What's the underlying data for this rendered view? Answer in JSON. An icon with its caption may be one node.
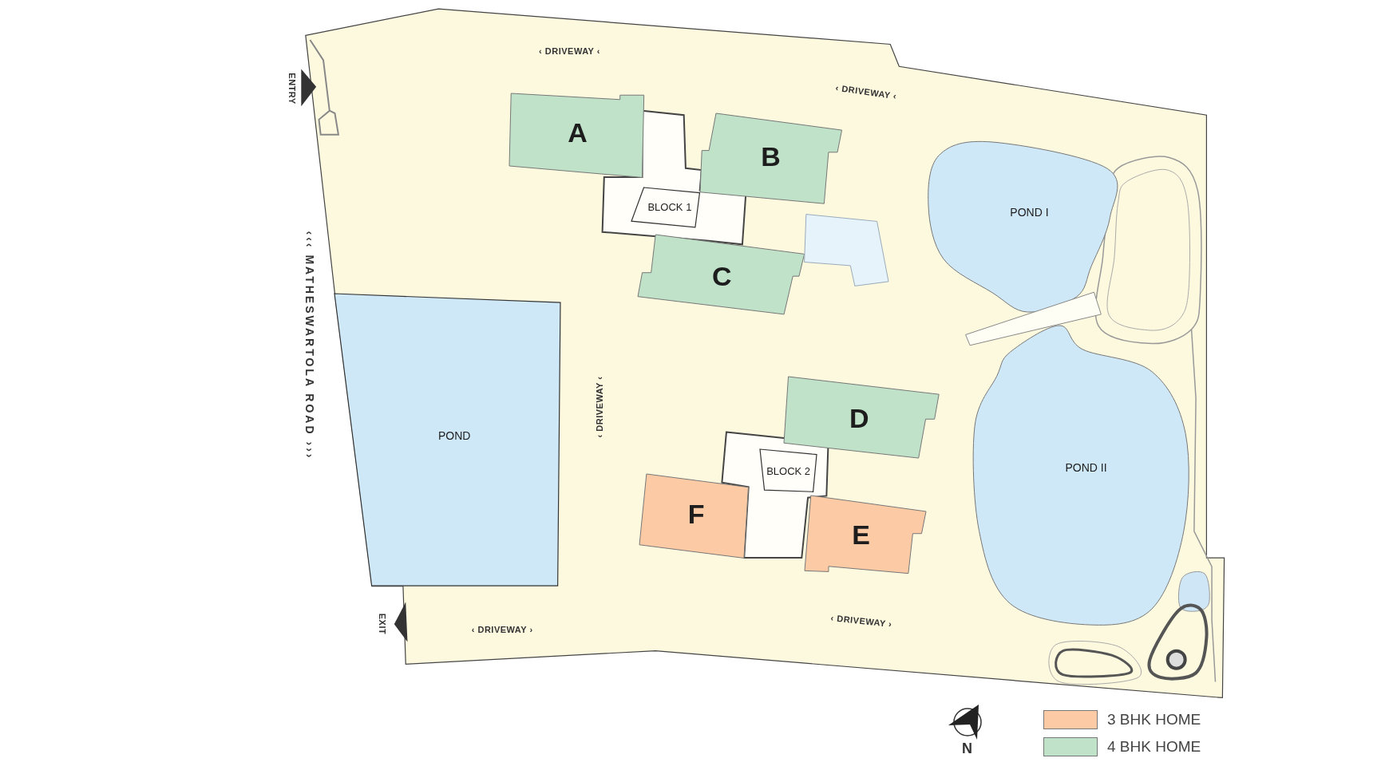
{
  "diagram": {
    "nodes": [
      {
        "text": [
          "A"
        ]
      },
      {
        "text": [
          "B"
        ]
      },
      {
        "text": [
          "BLOCK 1"
        ]
      },
      {
        "text": [
          "C"
        ]
      },
      {
        "text": [
          "POND I"
        ]
      },
      {
        "text": [
          "POND"
        ]
      },
      {
        "text": [
          "D"
        ]
      },
      {
        "text": [
          "BLOCK 2"
        ]
      },
      {
        "text": [
          "POND II"
        ]
      },
      {
        "text": [
          "F"
        ]
      },
      {
        "text": [
          "E"
        ]
      }
    ],
    "labels": [
      "‹ DRIVEWAY ‹",
      "ENTRY",
      "‹ DRIVEWAY ‹",
      "‹‹‹ MATHESWARTOLA ROAD ›››",
      "‹ DRIVEWAY ‹",
      "EXIT",
      "‹ DRIVEWAY ›",
      "‹ DRIVEWAY ›",
      "N"
    ],
    "legend": [
      {
        "text": "3 BHK HOME",
        "color": "#fccba5"
      },
      {
        "text": "4 BHK HOME",
        "color": "#bfe2c9"
      }
    ]
  }
}
